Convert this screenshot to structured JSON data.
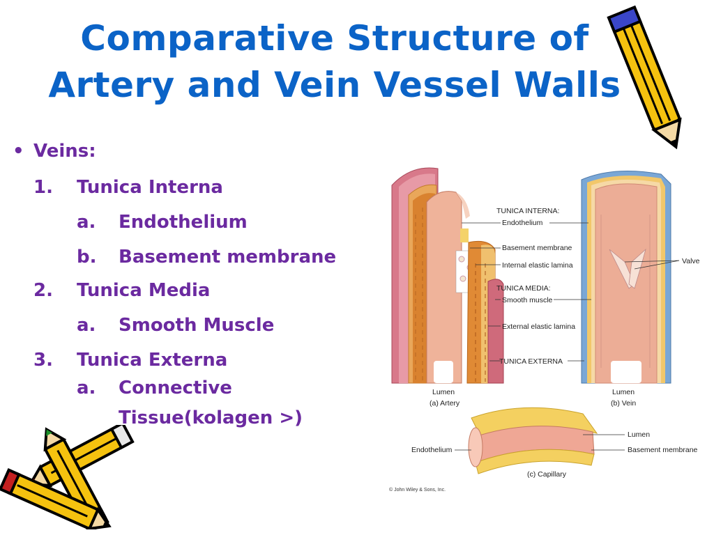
{
  "slide": {
    "title_line1": "Comparative Structure of",
    "title_line2": "Artery and Vein Vessel Walls"
  },
  "bullets": {
    "heading": "Veins:",
    "items": [
      {
        "num": "1.",
        "text": "Tunica Interna"
      },
      {
        "sub": "a.",
        "text": "Endothelium"
      },
      {
        "sub": "b.",
        "text": "Basement membrane"
      },
      {
        "num": "2.",
        "text": "Tunica Media"
      },
      {
        "sub": "a.",
        "text": "Smooth Muscle"
      },
      {
        "num": "3.",
        "text": "Tunica Externa"
      },
      {
        "sub": "a.",
        "text": "Connective"
      },
      {
        "text": "Tissue(kolagen >)"
      }
    ]
  },
  "figure": {
    "labels": {
      "tunica_interna": "TUNICA INTERNA:",
      "endothelium": "Endothelium",
      "basement_membrane": "Basement membrane",
      "internal_elastic_lamina": "Internal elastic lamina",
      "tunica_media": "TUNICA MEDIA:",
      "smooth_muscle": "Smooth muscle",
      "external_elastic_lamina": "External elastic lamina",
      "tunica_externa": "TUNICA EXTERNA",
      "valve": "Valve",
      "lumen_artery": "Lumen",
      "artery_caption": "(a) Artery",
      "lumen_vein": "Lumen",
      "vein_caption": "(b) Vein",
      "lumen_capillary": "Lumen",
      "endothelium_capillary": "Endothelium",
      "basement_membrane_capillary": "Basement membrane",
      "capillary_caption": "(c) Capillary",
      "copyright": "© John Wiley & Sons, Inc."
    }
  },
  "decor": {
    "title_color": "#0b63c7",
    "bullet_color": "#6b2aa0",
    "pencil_icon": "pencil-icon"
  }
}
